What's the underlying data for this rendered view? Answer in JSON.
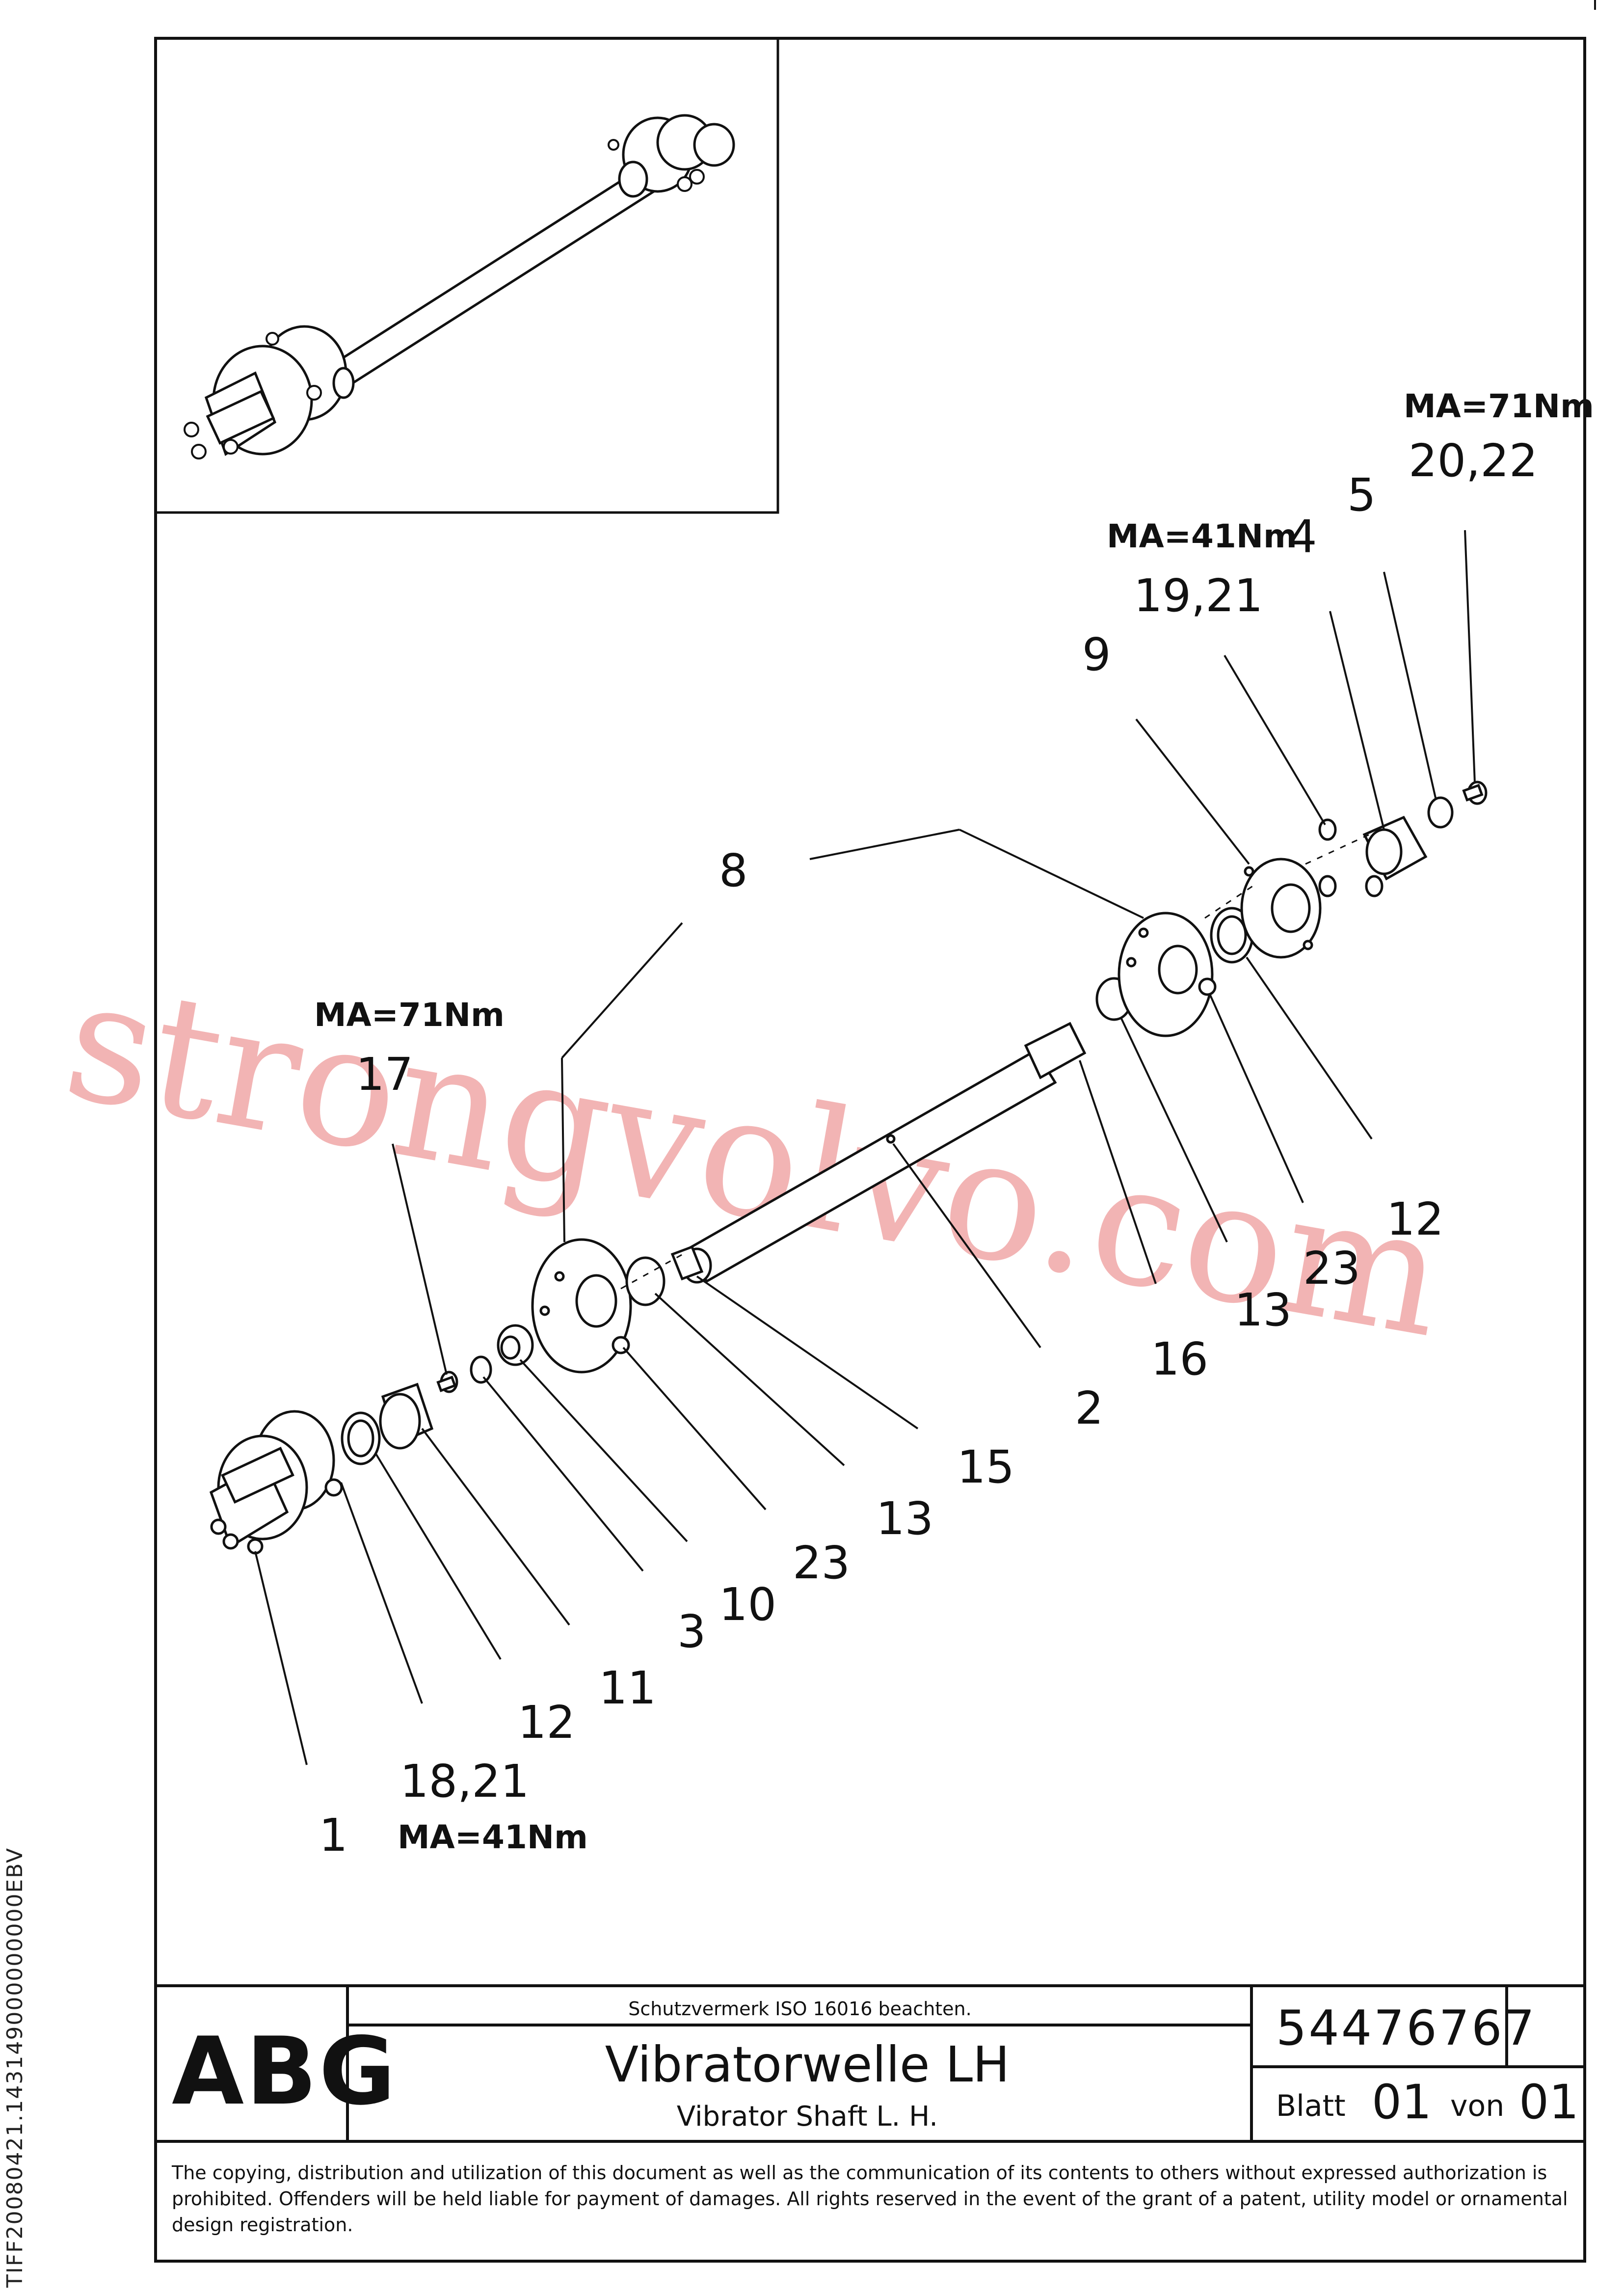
{
  "callouts": {
    "c1": "1",
    "c2": "2",
    "c3": "3",
    "c4": "4",
    "c5": "5",
    "c8": "8",
    "c9": "9",
    "c10": "10",
    "c11": "11",
    "c12_left": "12",
    "c12_right": "12",
    "c13_left": "13",
    "c13_right": "13",
    "c15": "15",
    "c16": "16",
    "c17": "17",
    "c18_21": "18,21",
    "c19_21": "19,21",
    "c20_22": "20,22",
    "c23_left": "23",
    "c23_right": "23"
  },
  "torques": {
    "t17": "MA=71Nm",
    "t18": "MA=41Nm",
    "t19": "MA=41Nm",
    "t20": "MA=71Nm"
  },
  "watermark": "strongvolvo.com",
  "side_id": "TIFF20080421.143149000000000EBV",
  "title_block": {
    "logo": "ABG",
    "notice": "Schutzvermerk ISO 16016 beachten.",
    "title_de": "Vibratorwelle LH",
    "title_en": "Vibrator Shaft L. H.",
    "part_number": "54476767",
    "sheet_label": "Blatt",
    "sheet_no": "01",
    "of_label": "von",
    "sheet_total": "01"
  },
  "legal_text": "The copying, distribution and utilization of this document as well as the communication of its contents to others without expressed authorization is prohibited. Offenders will be held liable for payment of damages. All rights reserved in the event of the grant of a patent, utility model or ornamental design registration.",
  "colors": {
    "line": "#111111",
    "watermark": "#f0a8a8"
  }
}
